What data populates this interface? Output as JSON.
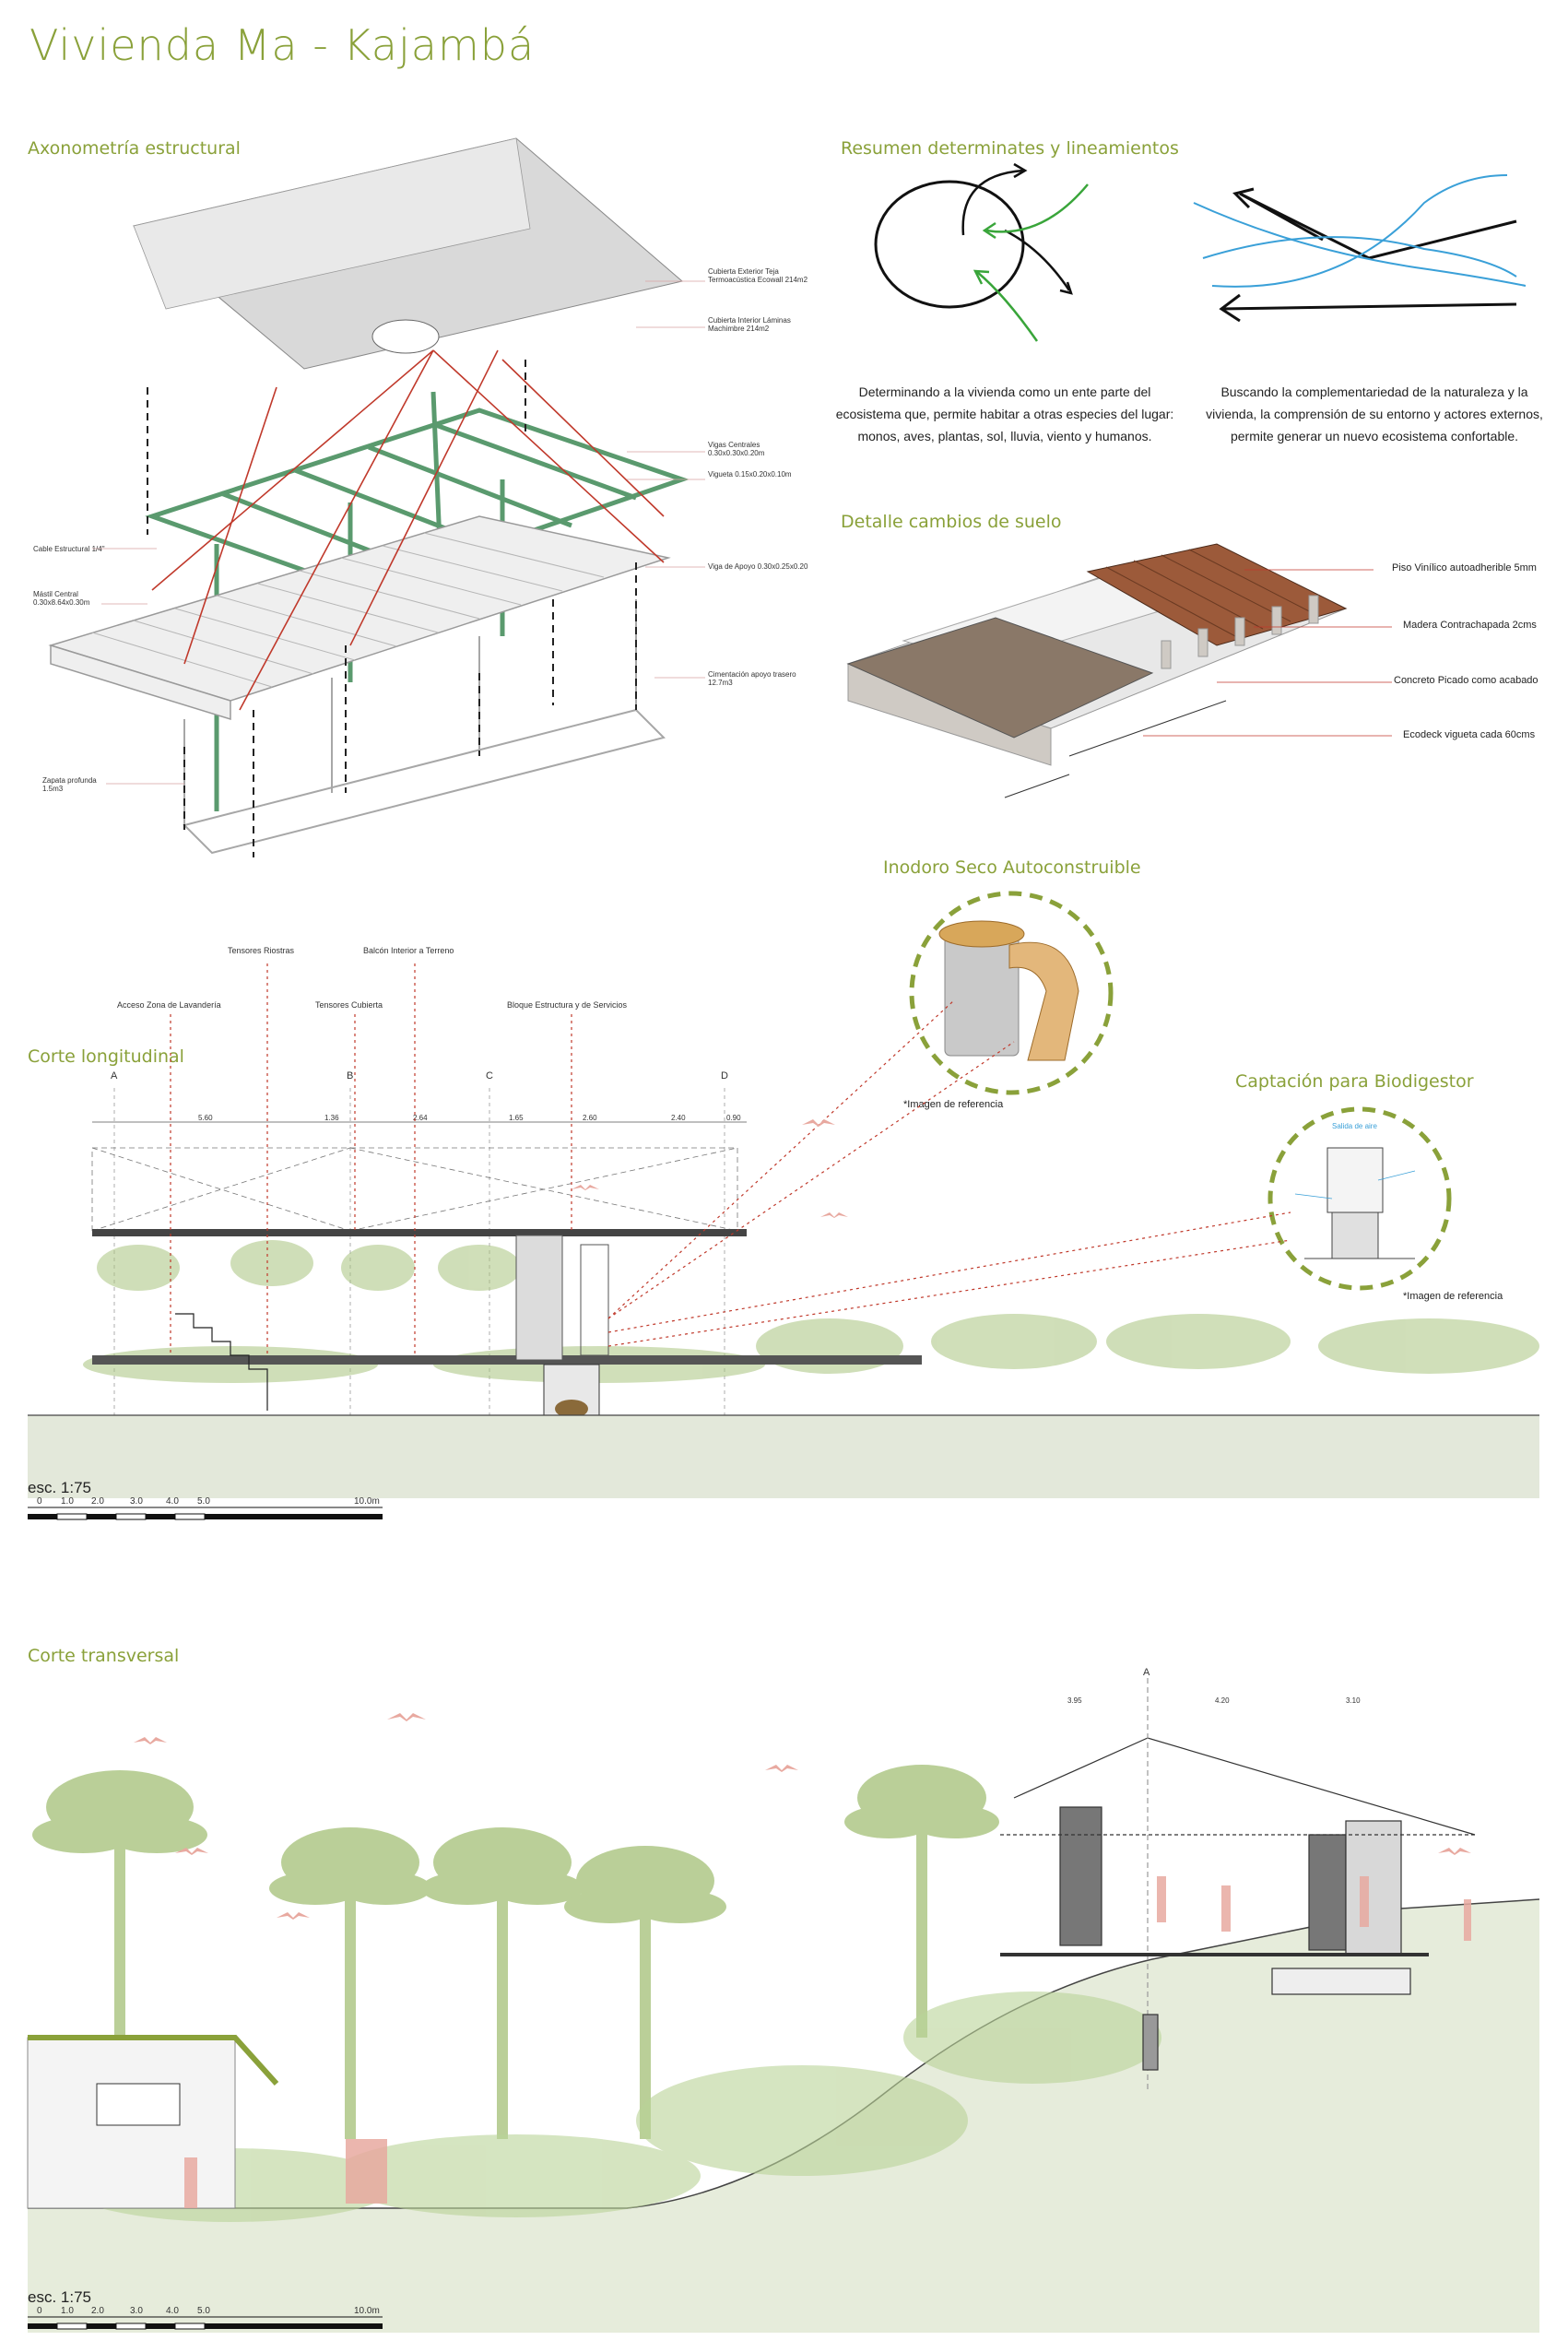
{
  "page": {
    "title": "Vivienda Ma - Kajambá"
  },
  "axonometria": {
    "title": "Axonometría estructural",
    "labels": [
      "Cubierta Exterior Teja Termoacústica Ecowall 214m2",
      "Cubierta Interior Láminas Machimbre 214m2",
      "Vigas Centrales 0.30x0.30x0.20m",
      "Vigueta 0.15x0.20x0.10m",
      "Viga de Apoyo 0.30x0.25x0.20",
      "Cimentación apoyo trasero 12.7m3",
      "Cable Estructural 1/4\"",
      "Mástil Central 0.30x8.64x0.30m",
      "Zapata profunda 1.5m3"
    ]
  },
  "resumen": {
    "title": "Resumen determinates y lineamientos",
    "text_left": "Determinando a la vivienda como un ente parte del ecosistema que, permite habitar a otras especies del lugar: monos, aves, plantas, sol, lluvia, viento y humanos.",
    "text_right": "Buscando la complementariedad de la naturaleza y la vivienda, la comprensión de su entorno y actores externos, permite generar un nuevo ecosistema confortable."
  },
  "detalle": {
    "title": "Detalle cambios de suelo",
    "labels": [
      "Piso Vinílico autoadherible 5mm",
      "Madera Contrachapada 2cms",
      "Concreto Picado como acabado",
      "Ecodeck vigueta cada 60cms"
    ]
  },
  "inodoro": {
    "title": "Inodoro Seco Autoconstruible",
    "caption": "*Imagen de referencia"
  },
  "biodigestor": {
    "title": "Captación para Biodigestor",
    "caption": "*Imagen de referencia",
    "label_top": "Salida de aire"
  },
  "corte_long": {
    "title": "Corte longitudinal",
    "callouts": [
      "Tensores Riostras",
      "Balcón Interior a Terreno",
      "Acceso Zona de Lavandería",
      "Tensores Cubierta",
      "Bloque Estructura y de Servicios"
    ],
    "axes": [
      "A",
      "B",
      "C",
      "D"
    ],
    "dims": [
      "5.60",
      "1.36",
      "2.64",
      "1.65",
      "2.60",
      "2.40",
      "0.90"
    ],
    "scale_label": "esc. 1:75",
    "scale_ticks": [
      "0",
      "1.0",
      "2.0",
      "3.0",
      "4.0",
      "5.0",
      "10.0m"
    ]
  },
  "corte_trans": {
    "title": "Corte transversal",
    "axis": "A",
    "dims": [
      "3.95",
      "4.20",
      "3.10"
    ],
    "scale_label": "esc. 1:75",
    "scale_ticks": [
      "0",
      "1.0",
      "2.0",
      "3.0",
      "4.0",
      "5.0",
      "10.0m"
    ]
  },
  "colors": {
    "accent": "#8aa13a",
    "structure": "#5a9a6e",
    "cable": "#c0392b",
    "vegetation": "#a9c47f"
  }
}
